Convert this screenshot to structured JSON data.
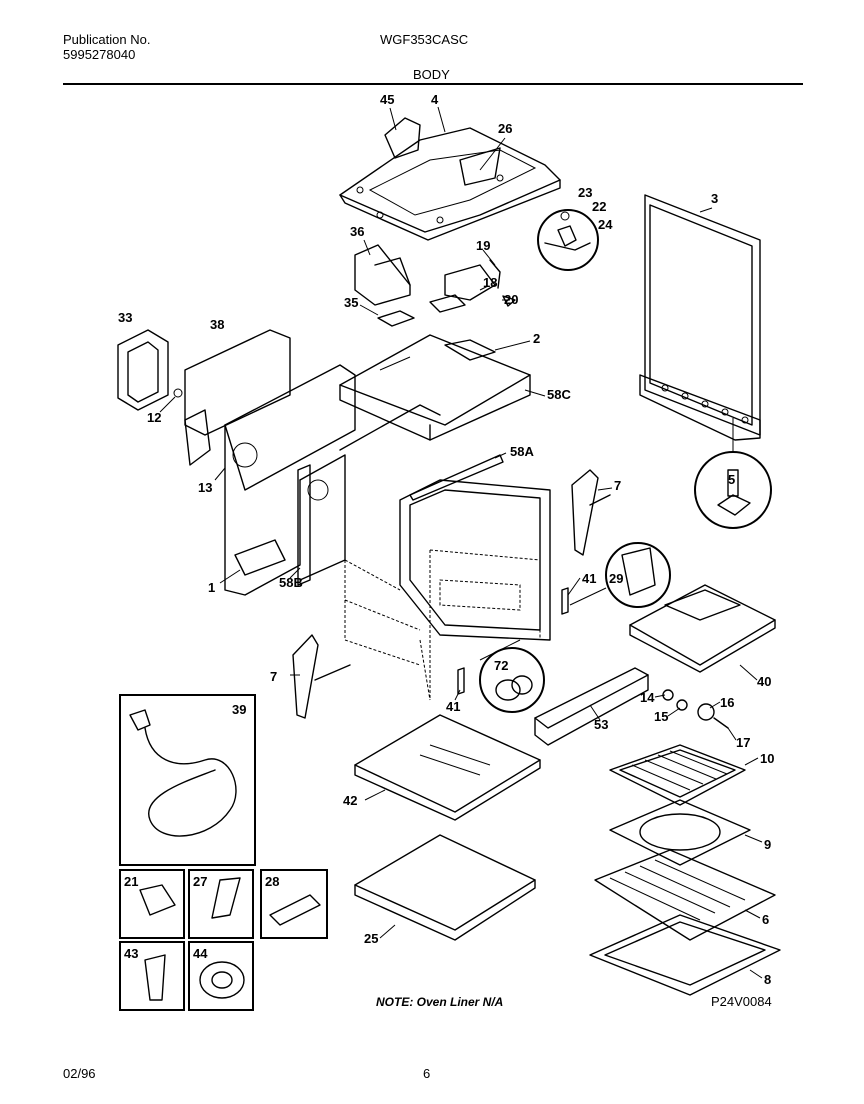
{
  "header": {
    "publication_label": "Publication No.",
    "publication_number": "5995278040",
    "model": "WGF353CASC",
    "section": "BODY"
  },
  "callouts": {
    "c45": "45",
    "c4": "4",
    "c26": "26",
    "c23": "23",
    "c22": "22",
    "c24": "24",
    "c3": "3",
    "c36": "36",
    "c19": "19",
    "c18": "18",
    "c20": "20",
    "c35": "35",
    "c33": "33",
    "c38": "38",
    "c2": "2",
    "c58C": "58C",
    "c12": "12",
    "c5": "5",
    "c58A": "58A",
    "c13": "13",
    "c7a": "7",
    "c1": "1",
    "c58B": "58B",
    "c41a": "41",
    "c29": "29",
    "c72": "72",
    "c7b": "7",
    "c40": "40",
    "c14": "14",
    "c16": "16",
    "c41b": "41",
    "c53": "53",
    "c15": "15",
    "c17": "17",
    "c39": "39",
    "c10": "10",
    "c42": "42",
    "c9": "9",
    "c21": "21",
    "c27": "27",
    "c28": "28",
    "c6": "6",
    "c25": "25",
    "c43": "43",
    "c44": "44",
    "c8": "8"
  },
  "note": "NOTE: Oven Liner N/A",
  "drawing_id": "P24V0084",
  "footer": {
    "date": "02/96",
    "page": "6"
  }
}
